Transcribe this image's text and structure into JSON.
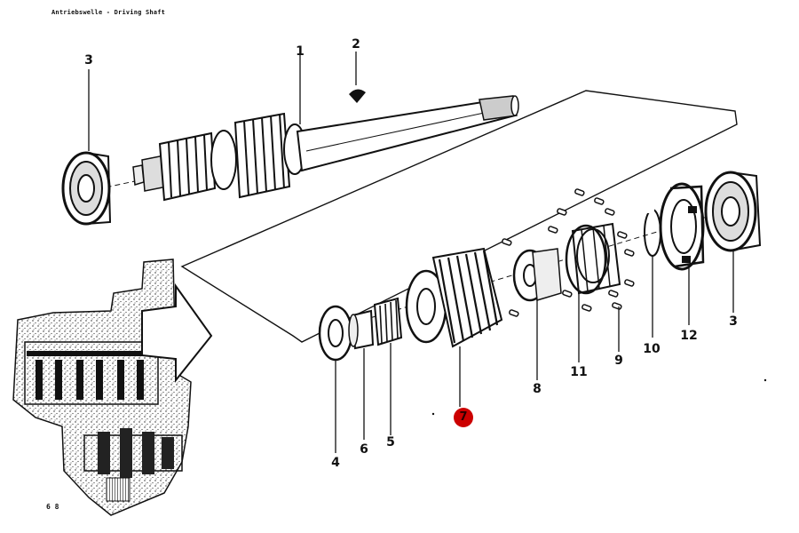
{
  "header": {
    "title": "Antriebswelle - Driving Shaft"
  },
  "page_number": "6 8",
  "highlight_color": "#cc0000",
  "callouts": {
    "c1": "1",
    "c2": "2",
    "c3_top": "3",
    "c3_right": "3",
    "c4": "4",
    "c5": "5",
    "c6": "6",
    "c7": "7",
    "c8": "8",
    "c9": "9",
    "c10": "10",
    "c11": "11",
    "c12": "12"
  },
  "icons": {
    "direction_arrow": "arrow-right-icon",
    "inset": "gearbox-housing-icon"
  }
}
